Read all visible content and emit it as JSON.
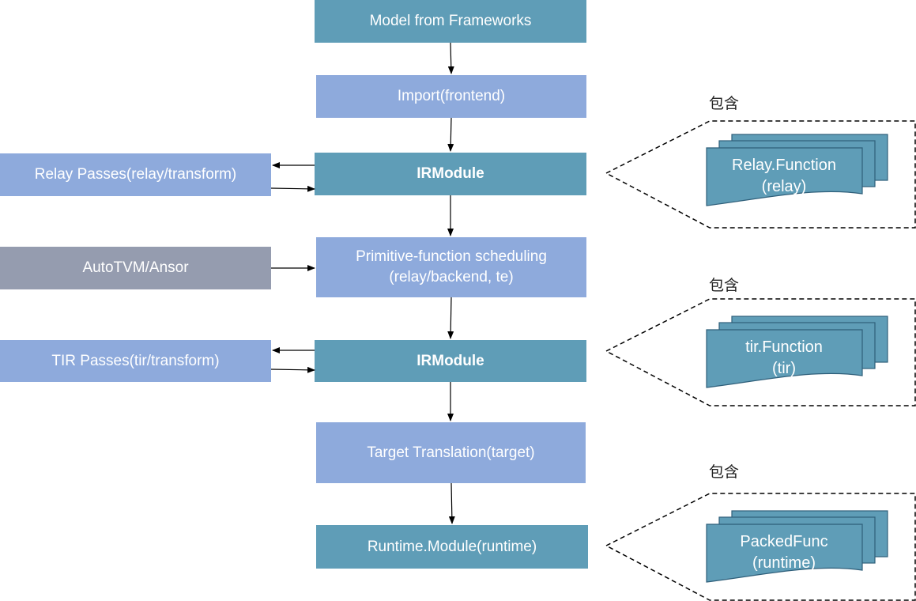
{
  "flow": {
    "model": "Model from Frameworks",
    "import": "Import(frontend)",
    "irmodule1": "IRModule",
    "scheduling_line1": "Primitive-function scheduling",
    "scheduling_line2": "(relay/backend, te)",
    "irmodule2": "IRModule",
    "target": "Target Translation(target)",
    "runtime": "Runtime.Module(runtime)"
  },
  "side": {
    "relay_passes": "Relay Passes(relay/transform)",
    "autotvm": "AutoTVM/Ansor",
    "tir_passes": "TIR Passes(tir/transform)"
  },
  "contains": [
    {
      "label": "包含",
      "line1": "Relay.Function",
      "line2": "(relay)"
    },
    {
      "label": "包含",
      "line1": "tir.Function",
      "line2": "(tir)"
    },
    {
      "label": "包含",
      "line1": "PackedFunc",
      "line2": "(runtime)"
    }
  ],
  "colors": {
    "teal": "#5f9db7",
    "light_blue": "#8eaadc",
    "gray": "#959caf"
  }
}
